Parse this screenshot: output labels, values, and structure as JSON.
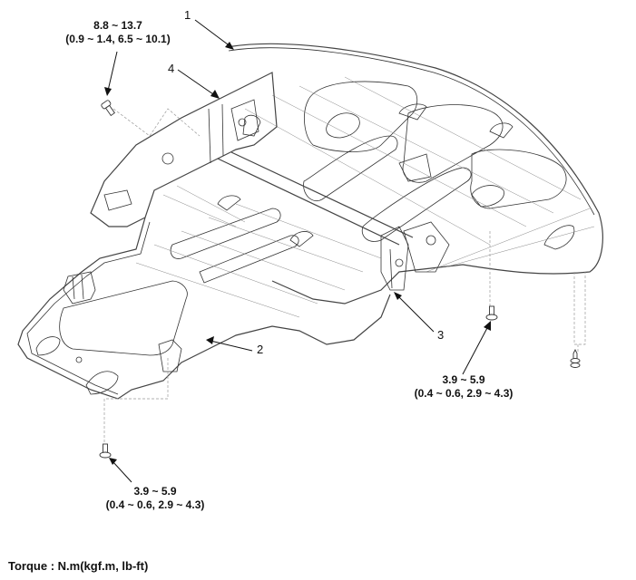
{
  "diagram": {
    "subject": "Under cover assembly (exploded view)",
    "callouts": [
      {
        "id": "1",
        "label": "1"
      },
      {
        "id": "2",
        "label": "2"
      },
      {
        "id": "3",
        "label": "3"
      },
      {
        "id": "4",
        "label": "4"
      }
    ],
    "torque_specs": [
      {
        "id": "top-left",
        "value": "8.8 ~ 13.7",
        "alt_units": "(0.9 ~ 1.4, 6.5 ~ 10.1)",
        "fastener": "bolt"
      },
      {
        "id": "right",
        "value": "3.9 ~ 5.9",
        "alt_units": "(0.4 ~ 0.6, 2.9 ~ 4.3)",
        "fastener": "bolt"
      },
      {
        "id": "bottom",
        "value": "3.9 ~ 5.9",
        "alt_units": "(0.4 ~ 0.6, 2.9 ~ 4.3)",
        "fastener": "bolt"
      }
    ],
    "fasteners": [
      {
        "id": "bolt-top-left",
        "type": "bolt-icon"
      },
      {
        "id": "bolt-right",
        "type": "bolt-icon"
      },
      {
        "id": "clip-far-right",
        "type": "clip-icon"
      },
      {
        "id": "bolt-bottom",
        "type": "bolt-icon"
      }
    ],
    "torque_units_note": "Torque : N.m(kgf.m, lb-ft)"
  }
}
